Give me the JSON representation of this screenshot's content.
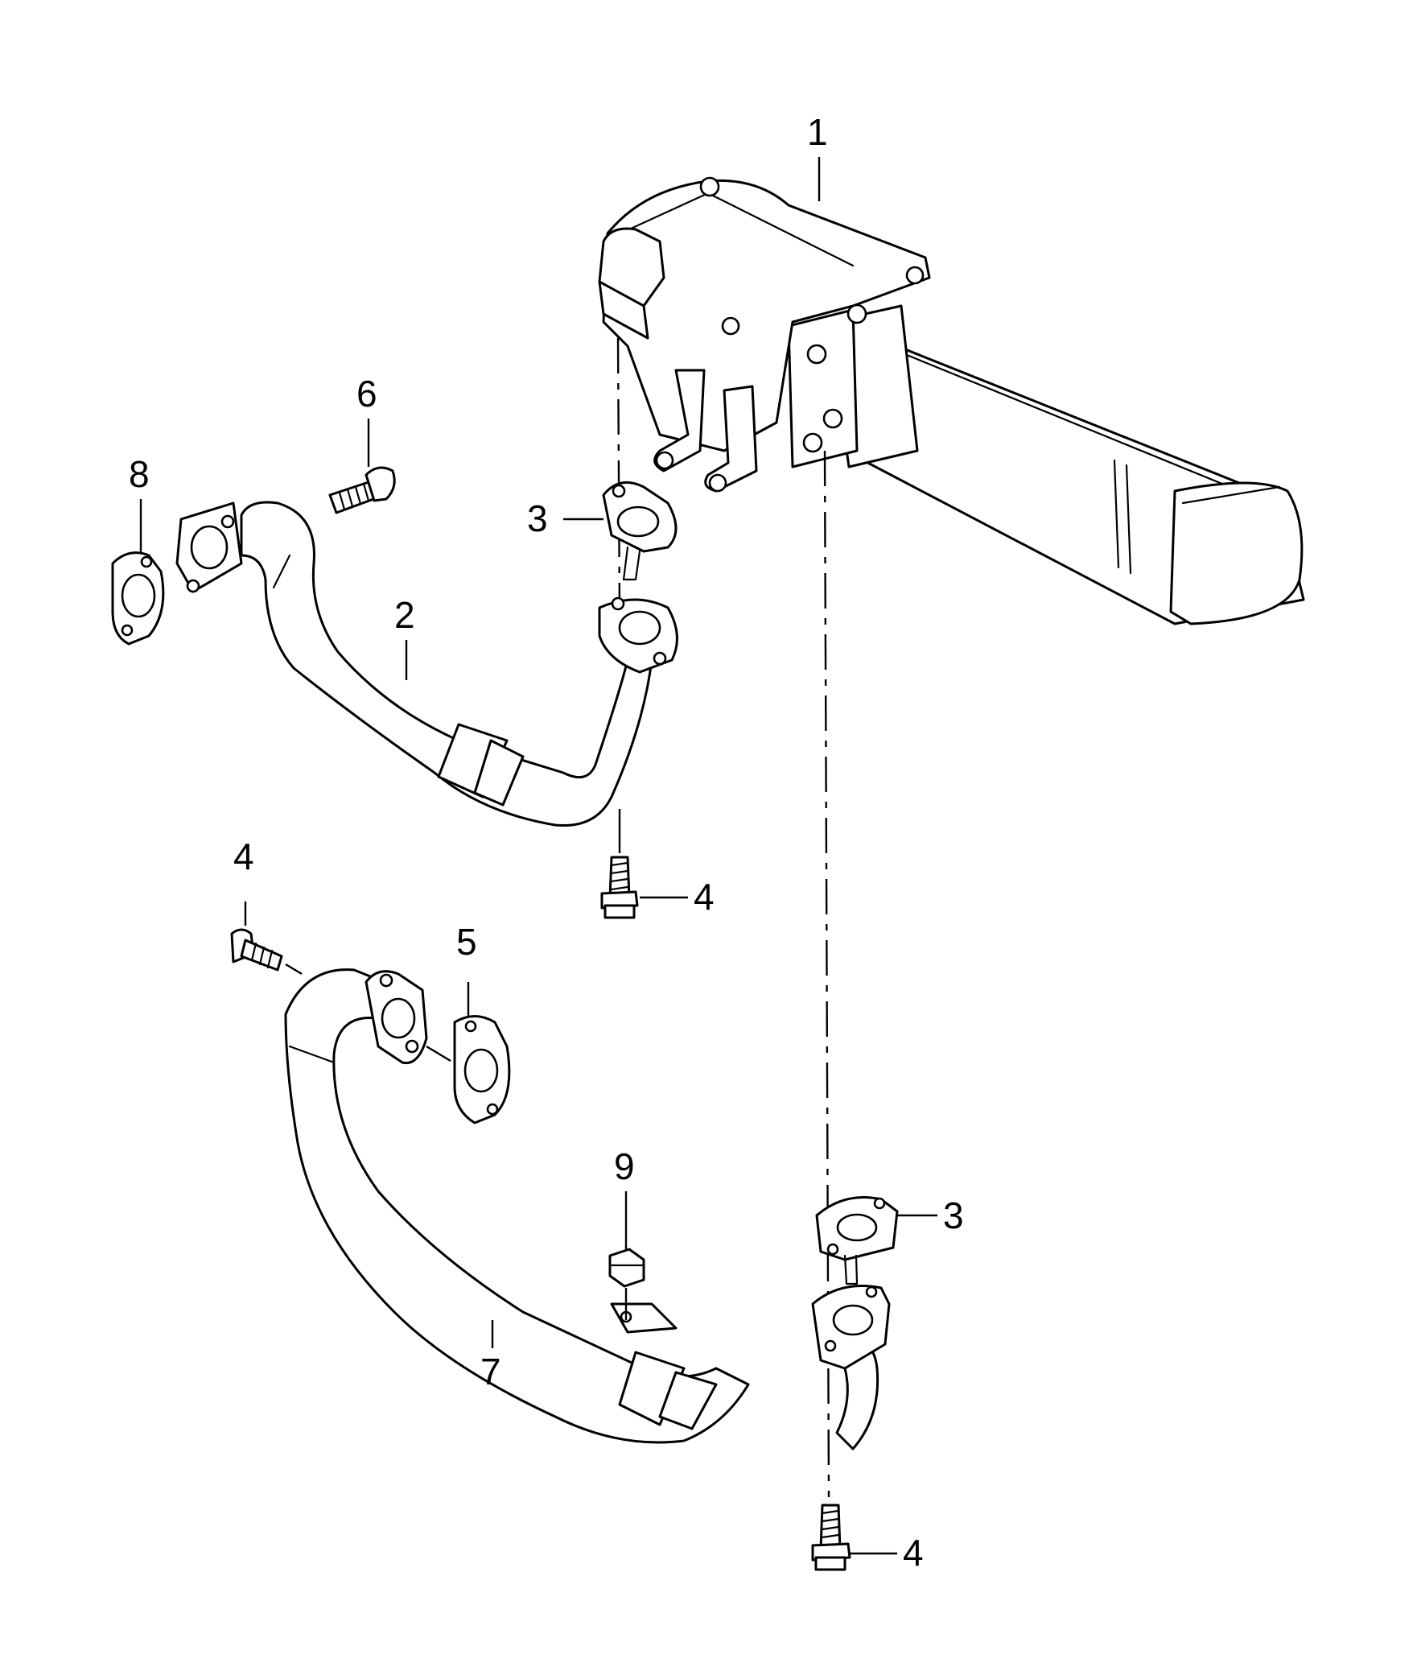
{
  "diagram": {
    "callouts": [
      {
        "id": "c1",
        "label": "1"
      },
      {
        "id": "c2",
        "label": "2"
      },
      {
        "id": "c3a",
        "label": "3"
      },
      {
        "id": "c3b",
        "label": "3"
      },
      {
        "id": "c4a",
        "label": "4"
      },
      {
        "id": "c4b",
        "label": "4"
      },
      {
        "id": "c4c",
        "label": "4"
      },
      {
        "id": "c5",
        "label": "5"
      },
      {
        "id": "c6",
        "label": "6"
      },
      {
        "id": "c7",
        "label": "7"
      },
      {
        "id": "c8",
        "label": "8"
      },
      {
        "id": "c9",
        "label": "9"
      }
    ]
  }
}
